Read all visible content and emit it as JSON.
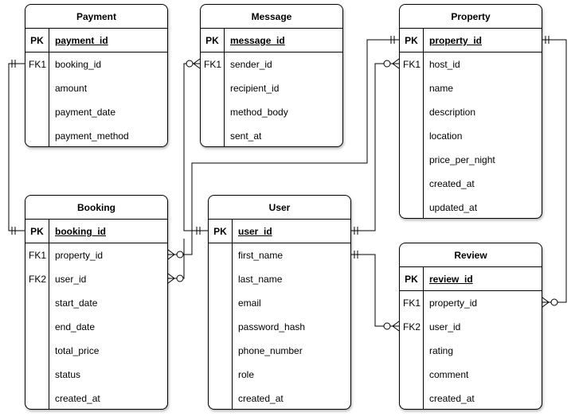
{
  "entities": {
    "payment": {
      "title": "Payment",
      "pk": {
        "key": "PK",
        "name": "payment_id"
      },
      "fields": [
        {
          "key": "FK1",
          "name": "booking_id"
        },
        {
          "key": "",
          "name": "amount"
        },
        {
          "key": "",
          "name": "payment_date"
        },
        {
          "key": "",
          "name": "payment_method"
        }
      ]
    },
    "message": {
      "title": "Message",
      "pk": {
        "key": "PK",
        "name": "message_id"
      },
      "fields": [
        {
          "key": "FK1",
          "name": "sender_id"
        },
        {
          "key": "",
          "name": "recipient_id"
        },
        {
          "key": "",
          "name": "method_body"
        },
        {
          "key": "",
          "name": "sent_at"
        }
      ]
    },
    "property": {
      "title": "Property",
      "pk": {
        "key": "PK",
        "name": "property_id"
      },
      "fields": [
        {
          "key": "FK1",
          "name": "host_id"
        },
        {
          "key": "",
          "name": "name"
        },
        {
          "key": "",
          "name": "description"
        },
        {
          "key": "",
          "name": "location"
        },
        {
          "key": "",
          "name": "price_per_night"
        },
        {
          "key": "",
          "name": "created_at"
        },
        {
          "key": "",
          "name": "updated_at"
        }
      ]
    },
    "booking": {
      "title": "Booking",
      "pk": {
        "key": "PK",
        "name": "booking_id"
      },
      "fields": [
        {
          "key": "FK1",
          "name": "property_id"
        },
        {
          "key": "FK2",
          "name": "user_id"
        },
        {
          "key": "",
          "name": "start_date"
        },
        {
          "key": "",
          "name": "end_date"
        },
        {
          "key": "",
          "name": "total_price"
        },
        {
          "key": "",
          "name": "status"
        },
        {
          "key": "",
          "name": "created_at"
        }
      ]
    },
    "user": {
      "title": "User",
      "pk": {
        "key": "PK",
        "name": "user_id"
      },
      "fields": [
        {
          "key": "",
          "name": "first_name"
        },
        {
          "key": "",
          "name": "last_name"
        },
        {
          "key": "",
          "name": "email"
        },
        {
          "key": "",
          "name": "password_hash"
        },
        {
          "key": "",
          "name": "phone_number"
        },
        {
          "key": "",
          "name": "role"
        },
        {
          "key": "",
          "name": "created_at"
        }
      ]
    },
    "review": {
      "title": "Review",
      "pk": {
        "key": "PK",
        "name": "review_id"
      },
      "fields": [
        {
          "key": "FK1",
          "name": "property_id"
        },
        {
          "key": "FK2",
          "name": "user_id"
        },
        {
          "key": "",
          "name": "rating"
        },
        {
          "key": "",
          "name": "comment"
        },
        {
          "key": "",
          "name": "created_at"
        }
      ]
    }
  },
  "relationships": [
    {
      "from": "payment.booking_id",
      "to": "booking.booking_id"
    },
    {
      "from": "message.sender_id",
      "to": "user.user_id"
    },
    {
      "from": "property.host_id",
      "to": "user.user_id"
    },
    {
      "from": "booking.property_id",
      "to": "property.property_id"
    },
    {
      "from": "booking.user_id",
      "to": "user.user_id"
    },
    {
      "from": "review.property_id",
      "to": "property.property_id"
    },
    {
      "from": "review.user_id",
      "to": "user.user_id"
    }
  ]
}
